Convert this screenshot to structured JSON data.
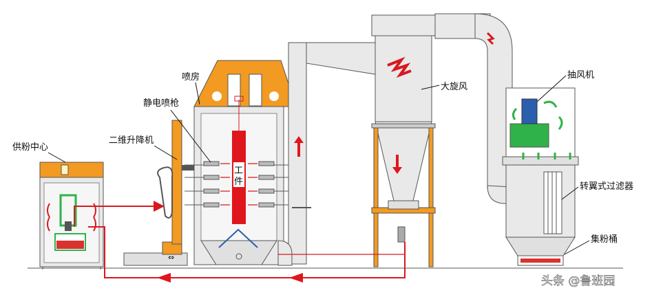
{
  "labels": {
    "powder_center": "供粉中心",
    "lifter": "二维升降机",
    "spray_gun": "静电喷枪",
    "booth": "喷房",
    "workpiece_1": "工",
    "workpiece_2": "件",
    "cyclone": "大旋风",
    "fan": "抽风机",
    "filter": "转翼式过滤器",
    "collector": "集粉桶"
  },
  "watermark": "头条 @鲁班园",
  "colors": {
    "orange": "#f39a22",
    "gray": "#e9e9e9",
    "red": "#e0161d",
    "green": "#2fb24a",
    "blue_motor": "#2a5fae",
    "outline": "#555555"
  }
}
